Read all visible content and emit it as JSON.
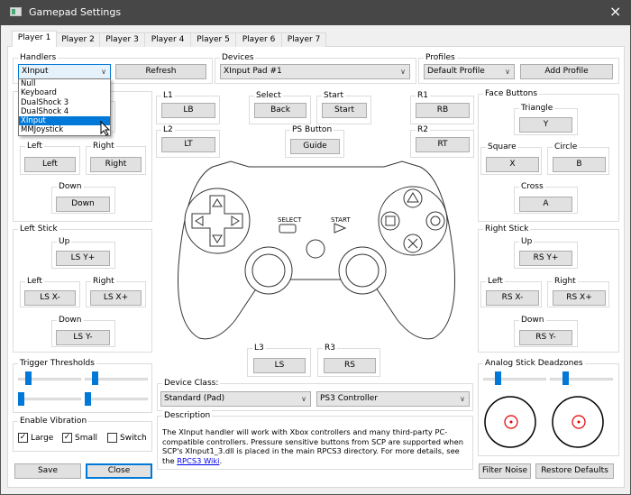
{
  "window": {
    "title": "Gamepad Settings",
    "close_icon": "×"
  },
  "tabs": [
    "Player 1",
    "Player 2",
    "Player 3",
    "Player 4",
    "Player 5",
    "Player 6",
    "Player 7"
  ],
  "handlers": {
    "title": "Handlers",
    "value": "XInput",
    "refresh": "Refresh",
    "options": [
      "Null",
      "Keyboard",
      "DualShock 3",
      "DualShock 4",
      "XInput",
      "MMJoystick"
    ],
    "selected_index": 4
  },
  "devices": {
    "title": "Devices",
    "value": "XInput Pad #1"
  },
  "profiles": {
    "title": "Profiles",
    "value": "Default Profile",
    "add": "Add Profile"
  },
  "dpad": {
    "left_label": "Left",
    "left": "Left",
    "right_label": "Right",
    "right": "Right",
    "down_label": "Down",
    "down": "Down"
  },
  "left_stick": {
    "title": "Left Stick",
    "up_label": "Up",
    "up": "LS Y+",
    "left_label": "Left",
    "left": "LS X-",
    "right_label": "Right",
    "right": "LS X+",
    "down_label": "Down",
    "down": "LS Y-"
  },
  "right_stick": {
    "title": "Right Stick",
    "up_label": "Up",
    "up": "RS Y+",
    "left_label": "Left",
    "left": "RS X-",
    "right_label": "Right",
    "right": "RS X+",
    "down_label": "Down",
    "down": "RS Y-"
  },
  "shoulders": {
    "l1_label": "L1",
    "l1": "LB",
    "l2_label": "L2",
    "l2": "LT",
    "r1_label": "R1",
    "r1": "RB",
    "r2_label": "R2",
    "r2": "RT"
  },
  "center": {
    "select_label": "Select",
    "select": "Back",
    "start_label": "Start",
    "start": "Start",
    "ps_label": "PS Button",
    "ps": "Guide",
    "pad_select": "SELECT",
    "pad_start": "START"
  },
  "face": {
    "title": "Face Buttons",
    "triangle_label": "Triangle",
    "triangle": "Y",
    "square_label": "Square",
    "square": "X",
    "circle_label": "Circle",
    "circle": "B",
    "cross_label": "Cross",
    "cross": "A"
  },
  "sticks": {
    "l3_label": "L3",
    "l3": "LS",
    "r3_label": "R3",
    "r3": "RS"
  },
  "triggers": {
    "title": "Trigger Thresholds"
  },
  "vibration": {
    "title": "Enable Vibration",
    "large": "Large",
    "large_checked": true,
    "small": "Small",
    "small_checked": true,
    "switch": "Switch",
    "switch_checked": false
  },
  "device_class": {
    "title": "Device Class:",
    "class_value": "Standard (Pad)",
    "type_value": "PS3 Controller"
  },
  "description": {
    "title": "Description",
    "text": "The XInput handler will work with Xbox controllers and many third-party PC-compatible controllers. Pressure sensitive buttons from SCP are supported when SCP's XInput1_3.dll is placed in the main RPCS3 directory. For more details, see the ",
    "link": "RPCS3 Wiki",
    "end": "."
  },
  "deadzones": {
    "title": "Analog Stick Deadzones"
  },
  "footer": {
    "save": "Save",
    "close": "Close",
    "filter_noise": "Filter Noise",
    "restore": "Restore Defaults"
  },
  "colors": {
    "accent": "#0078d7",
    "link": "#0000ee",
    "stick_dot": "#e00000"
  }
}
